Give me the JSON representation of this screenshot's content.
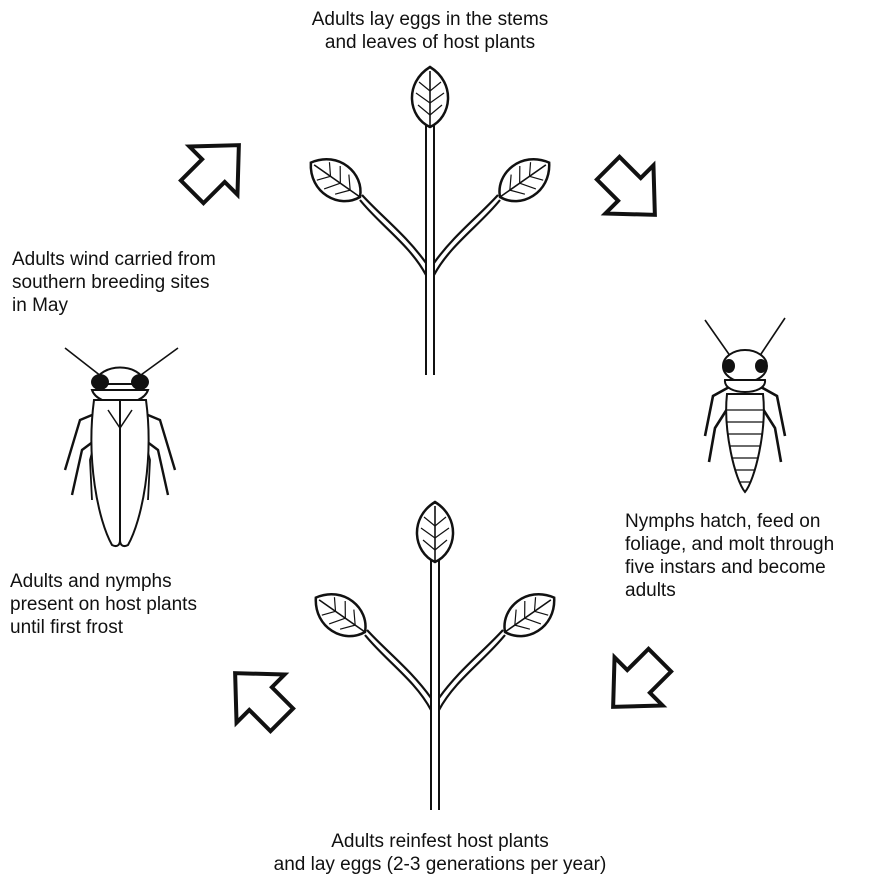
{
  "captions": {
    "top": [
      "Adults lay eggs in the stems",
      "and leaves of host plants"
    ],
    "left_upper": [
      "Adults wind carried from",
      "southern breeding sites",
      "in May"
    ],
    "right": [
      "Nymphs hatch, feed on",
      "foliage, and molt through",
      "five instars and become",
      "adults"
    ],
    "left_lower": [
      "Adults and nymphs",
      "present on host plants",
      "until first frost"
    ],
    "bottom": [
      "Adults reinfest host plants",
      "and lay eggs (2-3 generations per year)"
    ]
  }
}
